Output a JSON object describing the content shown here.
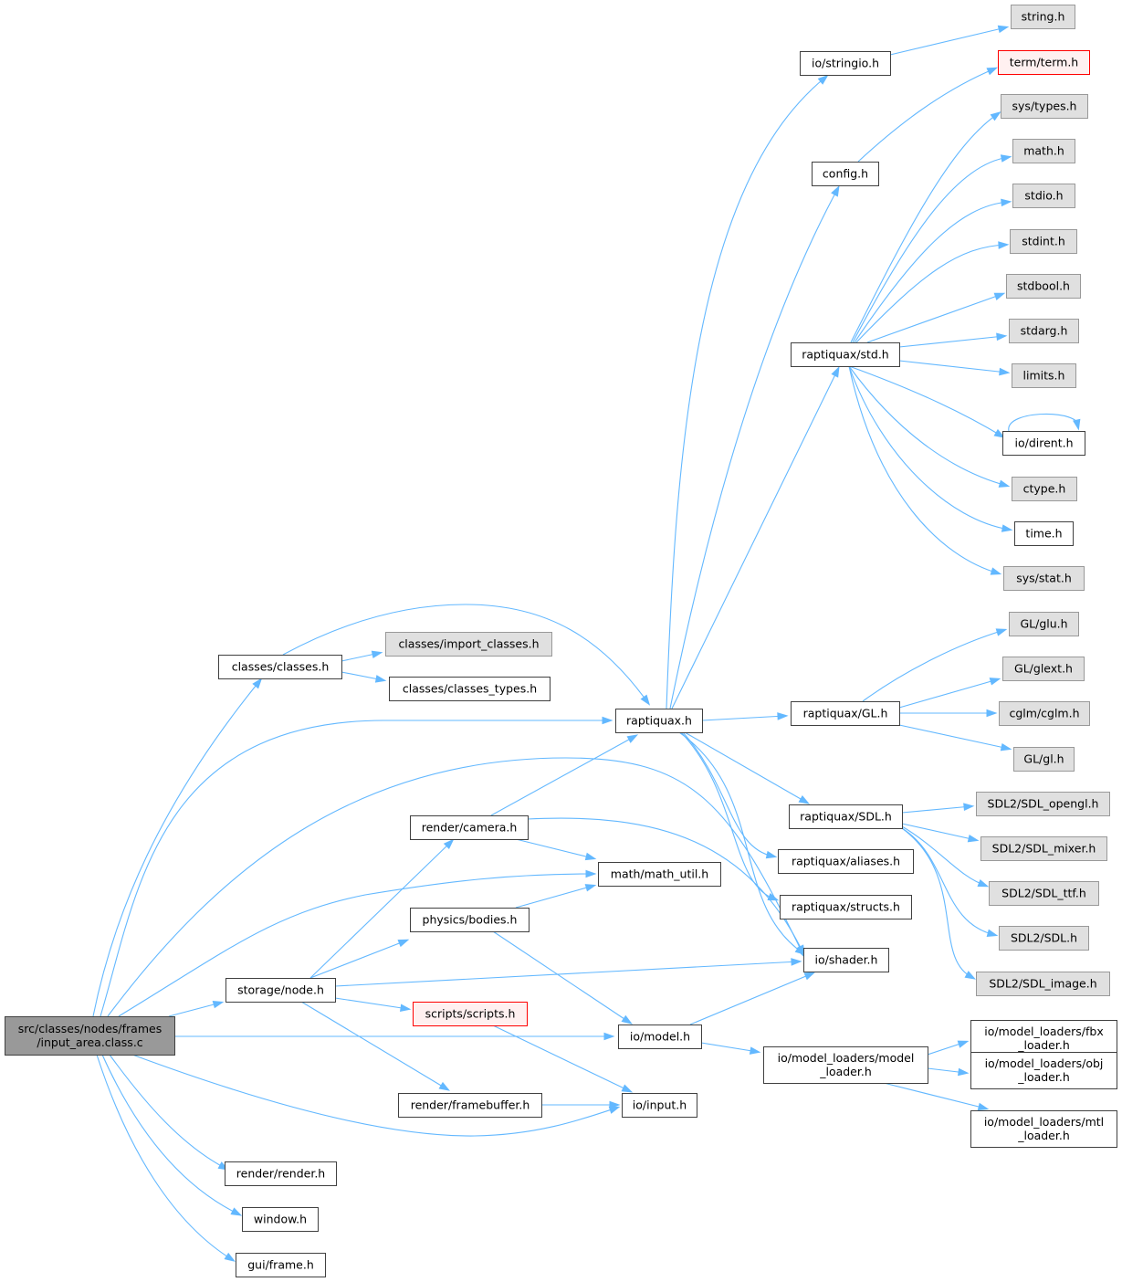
{
  "colors": {
    "node_fill": "#ffffff",
    "node_stroke": "#404040",
    "root_fill": "#999999",
    "system_fill": "#e0e0e0",
    "system_stroke": "#999999",
    "missing_fill": "#fff0f0",
    "missing_stroke": "#ff0000",
    "edge": "#63b8ff"
  },
  "nodes": [
    {
      "id": "root",
      "label": [
        "src/classes/nodes/frames",
        "/input_area.class.c"
      ],
      "kind": "root"
    },
    {
      "id": "classes",
      "label": [
        "classes/classes.h"
      ],
      "kind": "normal"
    },
    {
      "id": "imp",
      "label": [
        "classes/import_classes.h"
      ],
      "kind": "system"
    },
    {
      "id": "ctypes",
      "label": [
        "classes/classes_types.h"
      ],
      "kind": "normal"
    },
    {
      "id": "rapt",
      "label": [
        "raptiquax.h"
      ],
      "kind": "normal"
    },
    {
      "id": "stringio",
      "label": [
        "io/stringio.h"
      ],
      "kind": "normal"
    },
    {
      "id": "string",
      "label": [
        "string.h"
      ],
      "kind": "system"
    },
    {
      "id": "config",
      "label": [
        "config.h"
      ],
      "kind": "normal"
    },
    {
      "id": "term",
      "label": [
        "term/term.h"
      ],
      "kind": "missing"
    },
    {
      "id": "std",
      "label": [
        "raptiquax/std.h"
      ],
      "kind": "normal"
    },
    {
      "id": "systypes",
      "label": [
        "sys/types.h"
      ],
      "kind": "system"
    },
    {
      "id": "math",
      "label": [
        "math.h"
      ],
      "kind": "system"
    },
    {
      "id": "stdio",
      "label": [
        "stdio.h"
      ],
      "kind": "system"
    },
    {
      "id": "stdint",
      "label": [
        "stdint.h"
      ],
      "kind": "system"
    },
    {
      "id": "stdbool",
      "label": [
        "stdbool.h"
      ],
      "kind": "system"
    },
    {
      "id": "stdarg",
      "label": [
        "stdarg.h"
      ],
      "kind": "system"
    },
    {
      "id": "limits",
      "label": [
        "limits.h"
      ],
      "kind": "system"
    },
    {
      "id": "dirent",
      "label": [
        "io/dirent.h"
      ],
      "kind": "normal"
    },
    {
      "id": "ctype",
      "label": [
        "ctype.h"
      ],
      "kind": "system"
    },
    {
      "id": "time",
      "label": [
        "time.h"
      ],
      "kind": "normal"
    },
    {
      "id": "sysstat",
      "label": [
        "sys/stat.h"
      ],
      "kind": "system"
    },
    {
      "id": "rgl",
      "label": [
        "raptiquax/GL.h"
      ],
      "kind": "normal"
    },
    {
      "id": "glu",
      "label": [
        "GL/glu.h"
      ],
      "kind": "system"
    },
    {
      "id": "glext",
      "label": [
        "GL/glext.h"
      ],
      "kind": "system"
    },
    {
      "id": "cglm",
      "label": [
        "cglm/cglm.h"
      ],
      "kind": "system"
    },
    {
      "id": "gl",
      "label": [
        "GL/gl.h"
      ],
      "kind": "system"
    },
    {
      "id": "rsdl",
      "label": [
        "raptiquax/SDL.h"
      ],
      "kind": "normal"
    },
    {
      "id": "sdlgl",
      "label": [
        "SDL2/SDL_opengl.h"
      ],
      "kind": "system"
    },
    {
      "id": "sdlmix",
      "label": [
        "SDL2/SDL_mixer.h"
      ],
      "kind": "system"
    },
    {
      "id": "sdlttf",
      "label": [
        "SDL2/SDL_ttf.h"
      ],
      "kind": "system"
    },
    {
      "id": "sdl",
      "label": [
        "SDL2/SDL.h"
      ],
      "kind": "system"
    },
    {
      "id": "sdlimg",
      "label": [
        "SDL2/SDL_image.h"
      ],
      "kind": "system"
    },
    {
      "id": "aliases",
      "label": [
        "raptiquax/aliases.h"
      ],
      "kind": "normal"
    },
    {
      "id": "structs",
      "label": [
        "raptiquax/structs.h"
      ],
      "kind": "normal"
    },
    {
      "id": "camera",
      "label": [
        "render/camera.h"
      ],
      "kind": "normal"
    },
    {
      "id": "mathutil",
      "label": [
        "math/math_util.h"
      ],
      "kind": "normal"
    },
    {
      "id": "bodies",
      "label": [
        "physics/bodies.h"
      ],
      "kind": "normal"
    },
    {
      "id": "shader",
      "label": [
        "io/shader.h"
      ],
      "kind": "normal"
    },
    {
      "id": "node",
      "label": [
        "storage/node.h"
      ],
      "kind": "normal"
    },
    {
      "id": "scripts",
      "label": [
        "scripts/scripts.h"
      ],
      "kind": "missing"
    },
    {
      "id": "model",
      "label": [
        "io/model.h"
      ],
      "kind": "normal"
    },
    {
      "id": "ml",
      "label": [
        "io/model_loaders/model",
        "_loader.h"
      ],
      "kind": "normal"
    },
    {
      "id": "fbx",
      "label": [
        "io/model_loaders/fbx",
        "_loader.h"
      ],
      "kind": "normal"
    },
    {
      "id": "obj",
      "label": [
        "io/model_loaders/obj",
        "_loader.h"
      ],
      "kind": "normal"
    },
    {
      "id": "mtl",
      "label": [
        "io/model_loaders/mtl",
        "_loader.h"
      ],
      "kind": "normal"
    },
    {
      "id": "fb",
      "label": [
        "render/framebuffer.h"
      ],
      "kind": "normal"
    },
    {
      "id": "input",
      "label": [
        "io/input.h"
      ],
      "kind": "normal"
    },
    {
      "id": "render",
      "label": [
        "render/render.h"
      ],
      "kind": "normal"
    },
    {
      "id": "window",
      "label": [
        "window.h"
      ],
      "kind": "normal"
    },
    {
      "id": "frame",
      "label": [
        "gui/frame.h"
      ],
      "kind": "normal"
    }
  ],
  "edges": [
    [
      "root",
      "classes"
    ],
    [
      "root",
      "rapt"
    ],
    [
      "root",
      "shader"
    ],
    [
      "root",
      "mathutil"
    ],
    [
      "root",
      "node"
    ],
    [
      "root",
      "model"
    ],
    [
      "root",
      "input"
    ],
    [
      "root",
      "render"
    ],
    [
      "root",
      "window"
    ],
    [
      "root",
      "frame"
    ],
    [
      "classes",
      "imp"
    ],
    [
      "classes",
      "ctypes"
    ],
    [
      "classes",
      "rapt"
    ],
    [
      "rapt",
      "stringio"
    ],
    [
      "rapt",
      "config"
    ],
    [
      "rapt",
      "std"
    ],
    [
      "rapt",
      "rgl"
    ],
    [
      "rapt",
      "rsdl"
    ],
    [
      "rapt",
      "aliases"
    ],
    [
      "rapt",
      "structs"
    ],
    [
      "rapt",
      "shader"
    ],
    [
      "stringio",
      "string"
    ],
    [
      "config",
      "term"
    ],
    [
      "std",
      "systypes"
    ],
    [
      "std",
      "math"
    ],
    [
      "std",
      "stdio"
    ],
    [
      "std",
      "stdint"
    ],
    [
      "std",
      "stdbool"
    ],
    [
      "std",
      "stdarg"
    ],
    [
      "std",
      "limits"
    ],
    [
      "std",
      "dirent"
    ],
    [
      "std",
      "ctype"
    ],
    [
      "std",
      "time"
    ],
    [
      "std",
      "sysstat"
    ],
    [
      "dirent",
      "dirent"
    ],
    [
      "rgl",
      "glu"
    ],
    [
      "rgl",
      "glext"
    ],
    [
      "rgl",
      "cglm"
    ],
    [
      "rgl",
      "gl"
    ],
    [
      "rsdl",
      "sdlgl"
    ],
    [
      "rsdl",
      "sdlmix"
    ],
    [
      "rsdl",
      "sdlttf"
    ],
    [
      "rsdl",
      "sdl"
    ],
    [
      "rsdl",
      "sdlimg"
    ],
    [
      "camera",
      "rapt"
    ],
    [
      "camera",
      "mathutil"
    ],
    [
      "camera",
      "shader"
    ],
    [
      "bodies",
      "mathutil"
    ],
    [
      "bodies",
      "model"
    ],
    [
      "node",
      "camera"
    ],
    [
      "node",
      "bodies"
    ],
    [
      "node",
      "shader"
    ],
    [
      "node",
      "scripts"
    ],
    [
      "node",
      "fb"
    ],
    [
      "scripts",
      "input"
    ],
    [
      "model",
      "shader"
    ],
    [
      "model",
      "ml"
    ],
    [
      "ml",
      "fbx"
    ],
    [
      "ml",
      "obj"
    ],
    [
      "ml",
      "mtl"
    ],
    [
      "fb",
      "input"
    ]
  ]
}
